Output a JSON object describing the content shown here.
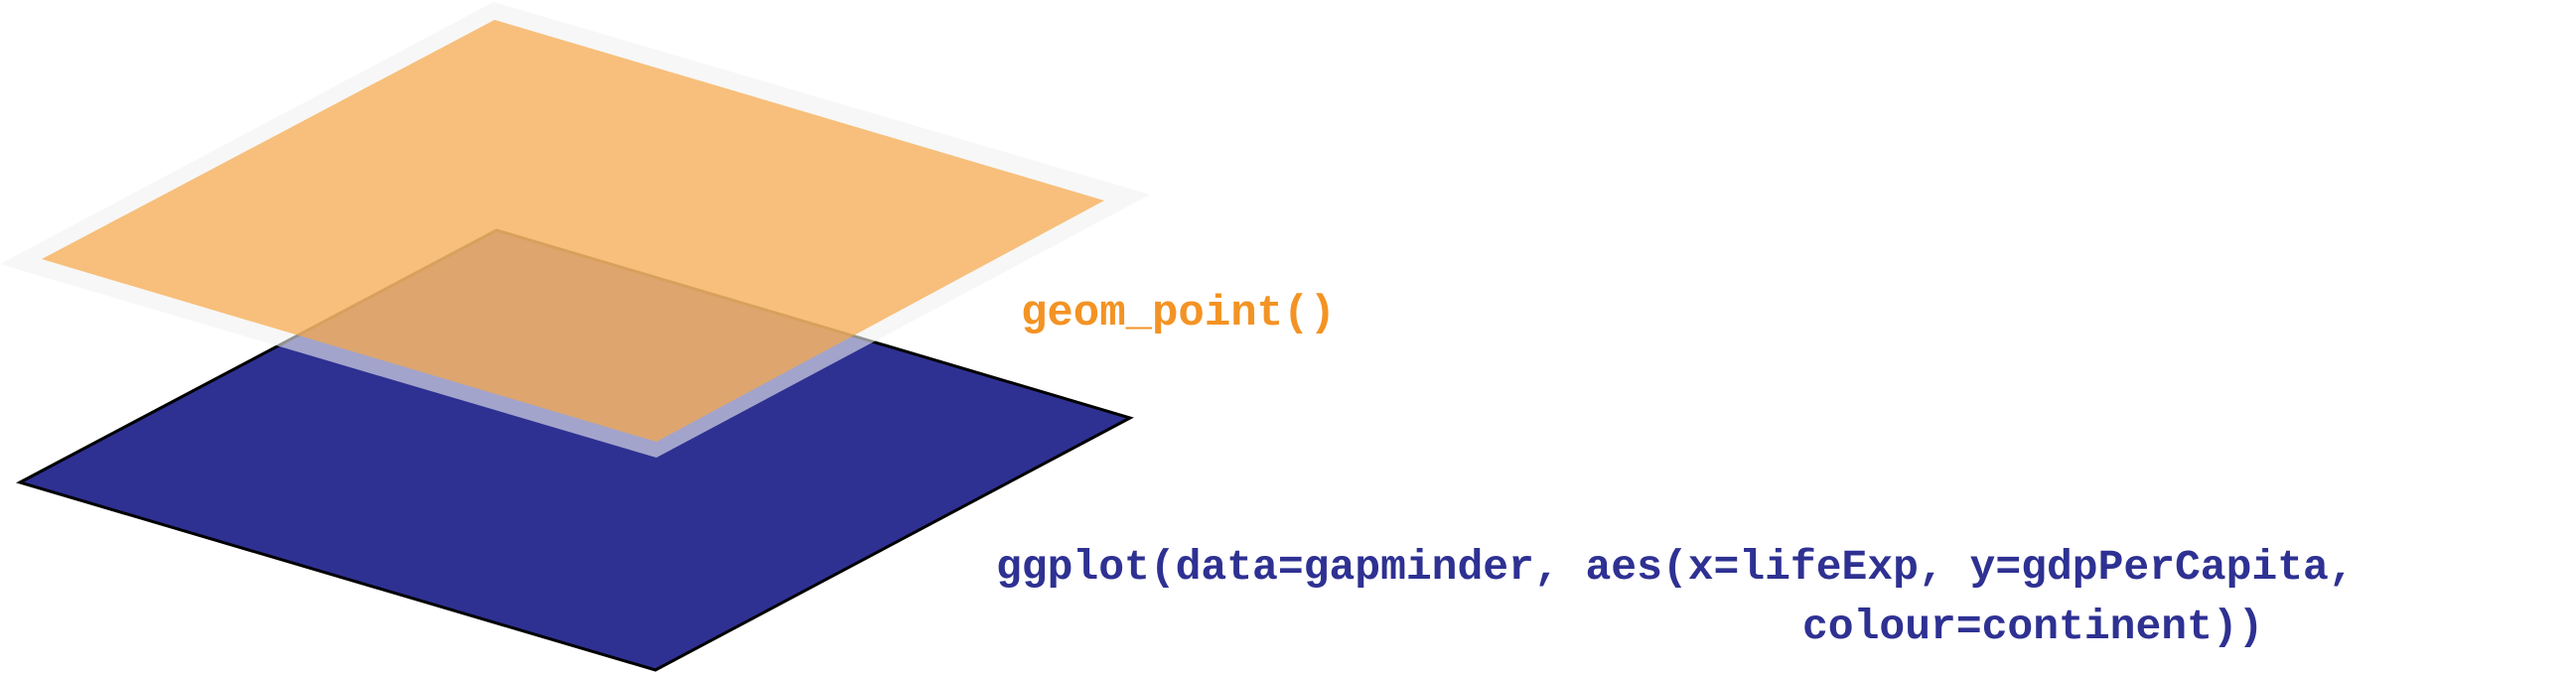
{
  "layers": {
    "geom": {
      "label": "geom_point()",
      "fill_color": "#F7A746",
      "border_color": "#F2F2F2",
      "label_color": "#F39324"
    },
    "base": {
      "line1": "ggplot(data=gapminder, aes(x=lifeExp, y=gdpPerCapita,",
      "line2": "colour=continent))",
      "fill_color": "#2E3192",
      "outline_color": "#000000",
      "label_color": "#2E3192"
    }
  }
}
